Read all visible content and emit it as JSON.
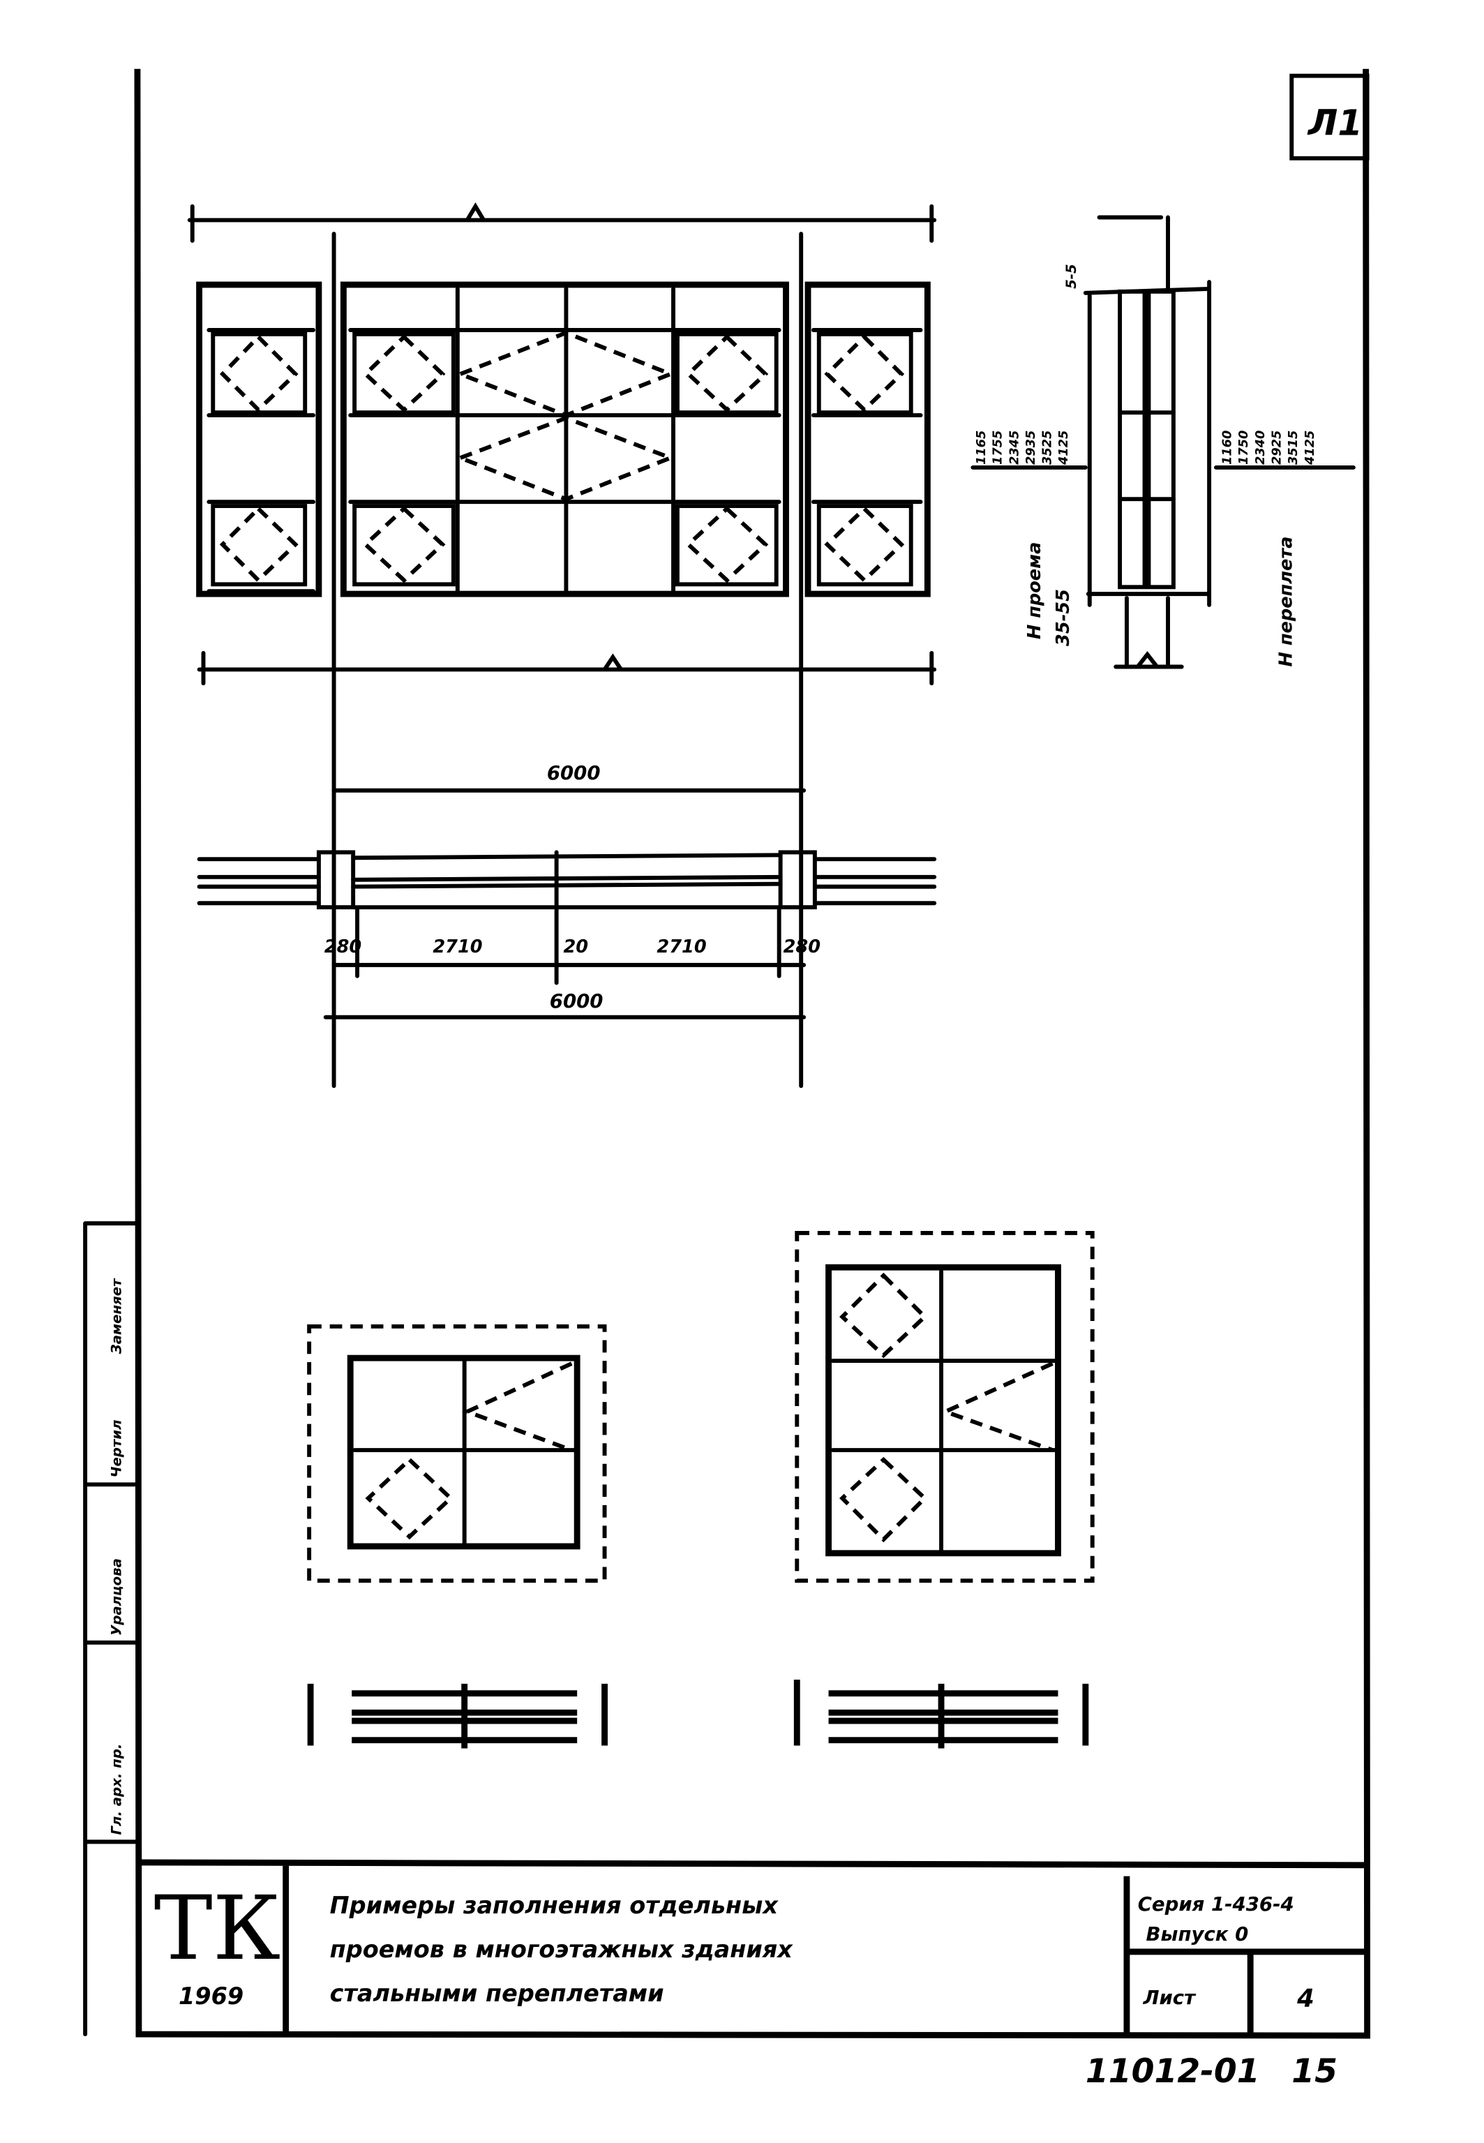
{
  "sheet_corner_mark": "Л1",
  "elevation": {
    "left_dim_values": [
      "1165",
      "1755",
      "2345",
      "2935",
      "3525",
      "4125"
    ],
    "left_dim_label": "H проема",
    "left_dim_extra": "35-55",
    "right_dim_values": [
      "1160",
      "1750",
      "2340",
      "2925",
      "3515",
      "4125"
    ],
    "right_dim_label": "H переплета",
    "top_offset": "5-5"
  },
  "plan": {
    "overall_top": "6000",
    "segments": [
      "280",
      "2710",
      "20",
      "2710",
      "280"
    ],
    "overall_bottom": "6000"
  },
  "stamp_column": {
    "labels": [
      "Гл. арх. пр.",
      "Уралцова",
      "Чертил",
      "Заменяет"
    ]
  },
  "title_block": {
    "org": "ТК",
    "year": "1969",
    "title_lines": [
      "Примеры заполнения отдельных",
      "проемов в многоэтажных зданиях",
      "стальными переплетами"
    ],
    "series": "Серия 1-436-4",
    "issue": "Выпуск 0",
    "sheet_label": "Лист",
    "sheet_number": "4"
  },
  "archive_number": "11012-01",
  "page_number": "15"
}
